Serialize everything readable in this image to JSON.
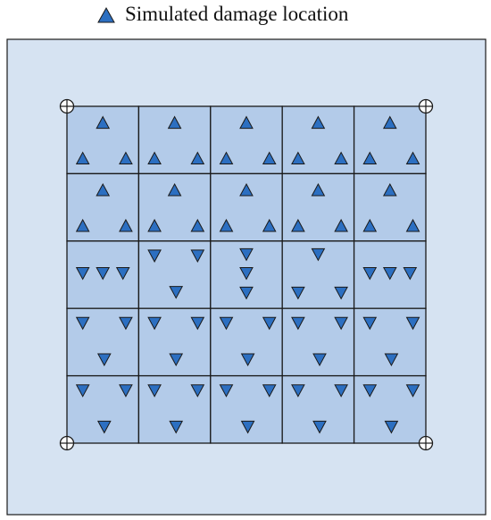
{
  "legend": {
    "label": "Simulated damage location",
    "marker": "triangle-up-icon"
  },
  "colors": {
    "outer_plate": "#d6e3f2",
    "grid_cell": "#b3cbe9",
    "marker_fill": "#2c6fc1",
    "stroke": "#1a1a1a"
  },
  "grid": {
    "rows": 5,
    "cols": 5,
    "corner_sensor_icon": "crosshair-circle-icon",
    "cells": [
      [
        "up-3",
        "up-3",
        "up-3",
        "up-3",
        "up-3"
      ],
      [
        "up-3",
        "up-3",
        "up-3",
        "up-3",
        "up-3"
      ],
      [
        "down-row3",
        "down-2-1",
        "down-vertical3",
        "down-1-2",
        "down-row3"
      ],
      [
        "down-2-1",
        "down-2-1",
        "down-2-1",
        "down-2-1",
        "down-2-1"
      ],
      [
        "down-2-1",
        "down-2-1",
        "down-2-1",
        "down-2-1",
        "down-2-1"
      ]
    ]
  }
}
